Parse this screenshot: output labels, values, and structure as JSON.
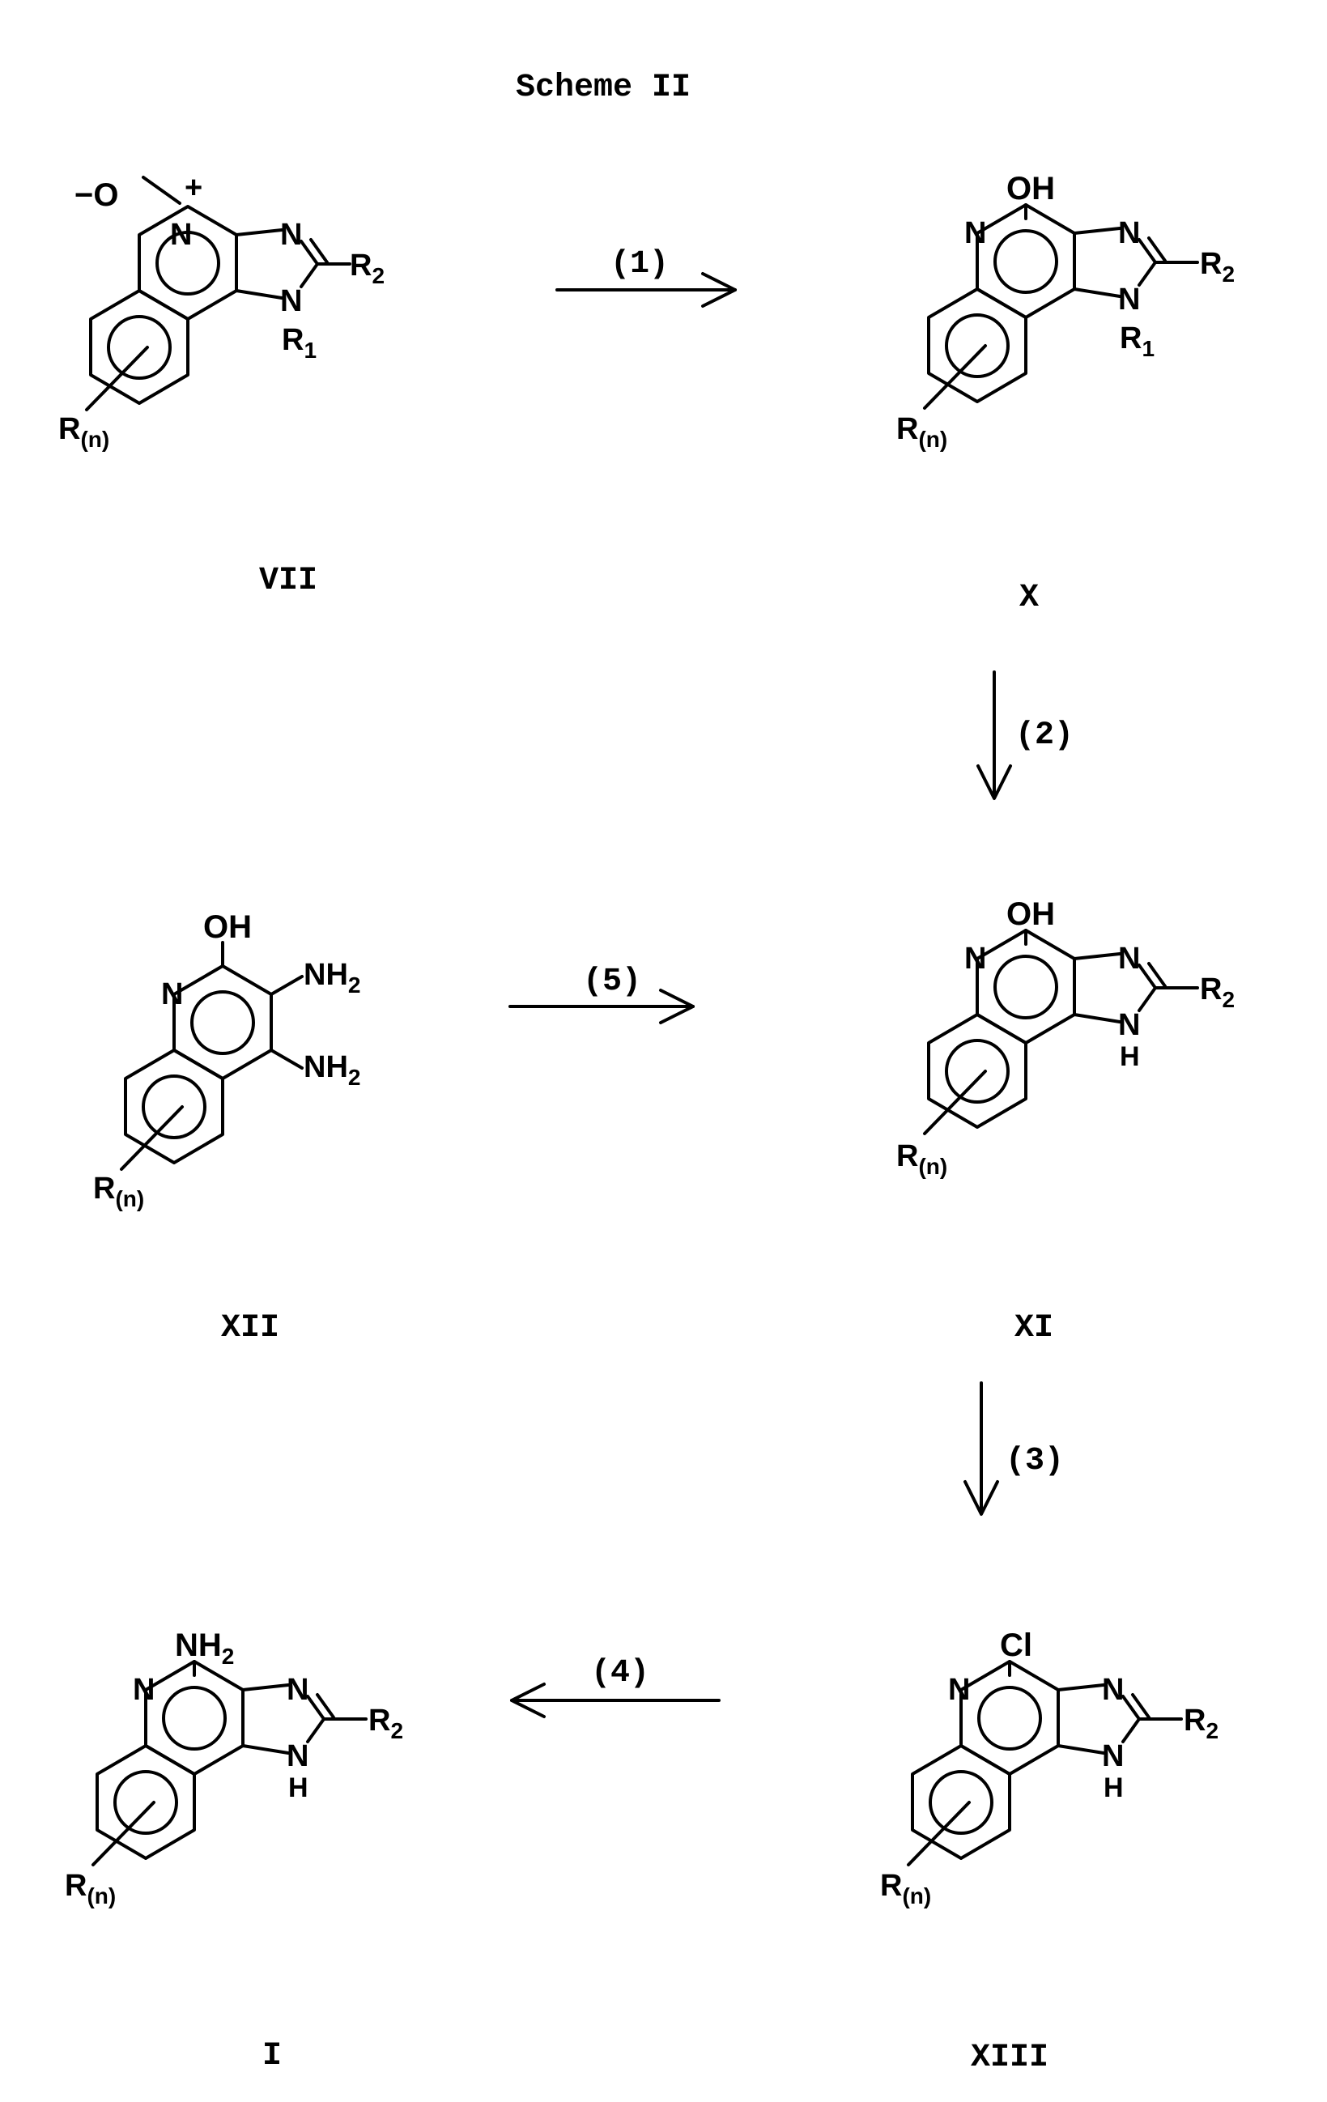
{
  "title": "Scheme II",
  "compounds": [
    {
      "id": "VII",
      "label": "VII",
      "top": "−O",
      "charge": "+",
      "n": "N",
      "ni": "N",
      "nh": "N",
      "r1": "R",
      "r1s": "1",
      "r2": "R",
      "r2s": "2",
      "rn": "R",
      "rns": "(n)"
    },
    {
      "id": "X",
      "label": "X",
      "top": "OH",
      "n": "N",
      "ni": "N",
      "nh": "N",
      "r1": "R",
      "r1s": "1",
      "r2": "R",
      "r2s": "2",
      "rn": "R",
      "rns": "(n)"
    },
    {
      "id": "XII",
      "label": "XII",
      "top": "OH",
      "n": "N",
      "nh2a": "NH",
      "nh2as": "2",
      "nh2b": "NH",
      "nh2bs": "2",
      "rn": "R",
      "rns": "(n)"
    },
    {
      "id": "XI",
      "label": "XI",
      "top": "OH",
      "n": "N",
      "ni": "N",
      "nh": "N",
      "h": "H",
      "r2": "R",
      "r2s": "2",
      "rn": "R",
      "rns": "(n)"
    },
    {
      "id": "I",
      "label": "I",
      "top": "NH",
      "tops": "2",
      "n": "N",
      "ni": "N",
      "nh": "N",
      "h": "H",
      "r2": "R",
      "r2s": "2",
      "rn": "R",
      "rns": "(n)"
    },
    {
      "id": "XIII",
      "label": "XIII",
      "top": "Cl",
      "n": "N",
      "ni": "N",
      "nh": "N",
      "h": "H",
      "r2": "R",
      "r2s": "2",
      "rn": "R",
      "rns": "(n)"
    }
  ],
  "steps": [
    {
      "label": "(1)",
      "from": "VII",
      "to": "X"
    },
    {
      "label": "(2)",
      "from": "X",
      "to": "XI"
    },
    {
      "label": "(5)",
      "from": "XII",
      "to": "XI"
    },
    {
      "label": "(3)",
      "from": "XI",
      "to": "XIII"
    },
    {
      "label": "(4)",
      "from": "XIII",
      "to": "I"
    }
  ]
}
